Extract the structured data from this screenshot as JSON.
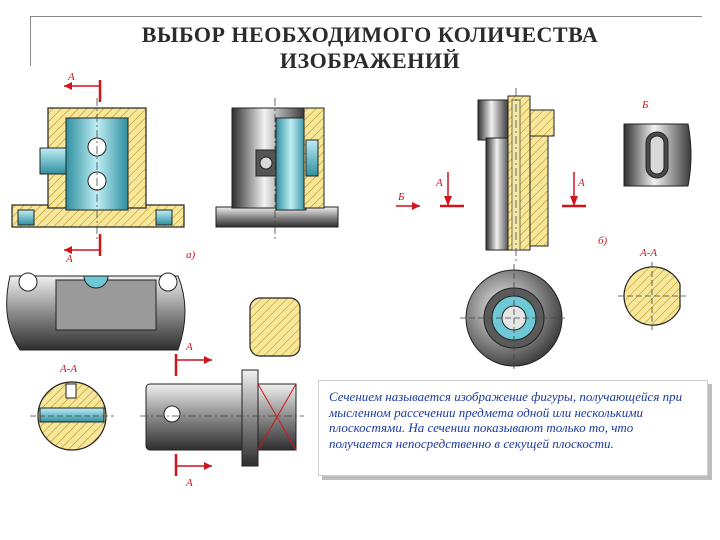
{
  "title": {
    "line1": "ВЫБОР НЕОБХОДИМОГО КОЛИЧЕСТВА",
    "line2": "ИЗОБРАЖЕНИЙ"
  },
  "labels": {
    "a_top": "A",
    "a_bottom": "A",
    "fig_a": "а)",
    "a_left_mid": "A",
    "b_small": "Б",
    "a_right_mid": "A",
    "b_view": "Б",
    "fig_b": "б)",
    "aa_right": "А-А",
    "aa_left": "А-А",
    "a_shaft_top": "A",
    "a_shaft_bottom": "A"
  },
  "definition": {
    "text": "Сечением называется изображение фигуры, получающейся при мысленном рассечении предмета одной или несколькими плоскостями. На сечении показывают только то, что получается непосредственно в секущей плоскости."
  },
  "colors": {
    "hatch_fill": "#f6e79a",
    "hatch_line": "#b8860b",
    "steel_dark": "#3a3a3a",
    "steel_light": "#e6e6e6",
    "cyan": "#6fc8d6",
    "red": "#d0141c",
    "text_blue": "#1a3aa0"
  }
}
